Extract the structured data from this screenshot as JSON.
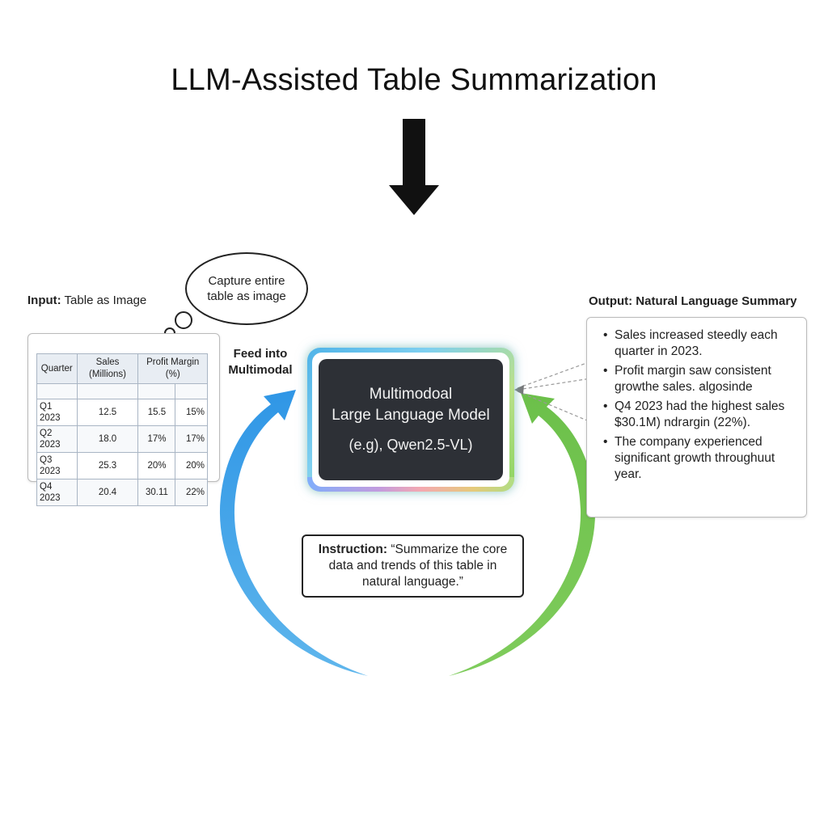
{
  "title": "LLM-Assisted Table Summarization",
  "thought_bubble": "Capture entire table as image",
  "input": {
    "label_bold": "Input:",
    "label_rest": " Table as Image",
    "table": {
      "headers": [
        "Quarter",
        "Sales (Millions)",
        "Profit Margin (%)"
      ],
      "rows": [
        [
          "Q1 2023",
          "12.5",
          "15.5",
          "15%"
        ],
        [
          "Q2 2023",
          "18.0",
          "17%",
          "17%"
        ],
        [
          "Q3 2023",
          "25.3",
          "20%",
          "20%"
        ],
        [
          "Q4 2023",
          "20.4",
          "30.11",
          "22%"
        ]
      ]
    }
  },
  "feed_label": "Feed into Multimodal",
  "model": {
    "line1": "Multimodoal",
    "line2": "Large Language Model",
    "line3": "(e.g), Qwen2.5-VL)"
  },
  "output": {
    "label": "Output: Natural Language Summary",
    "items": [
      "Sales increased steedly each quarter in 2023.",
      "Profit margin saw consistent growthe sales. algosinde",
      "Q4 2023 had the highest sales $30.1M) ndrargin (22%).",
      "The company experienced significant growth throughuut year."
    ]
  },
  "instruction": {
    "label_bold": "Instruction:",
    "text": " “Summarize the core data and trends of this table in natural language.”"
  },
  "colors": {
    "blue_arrow": "#3b9ee0",
    "green_arrow": "#6cc04a",
    "model_bg": "#2d3036"
  }
}
